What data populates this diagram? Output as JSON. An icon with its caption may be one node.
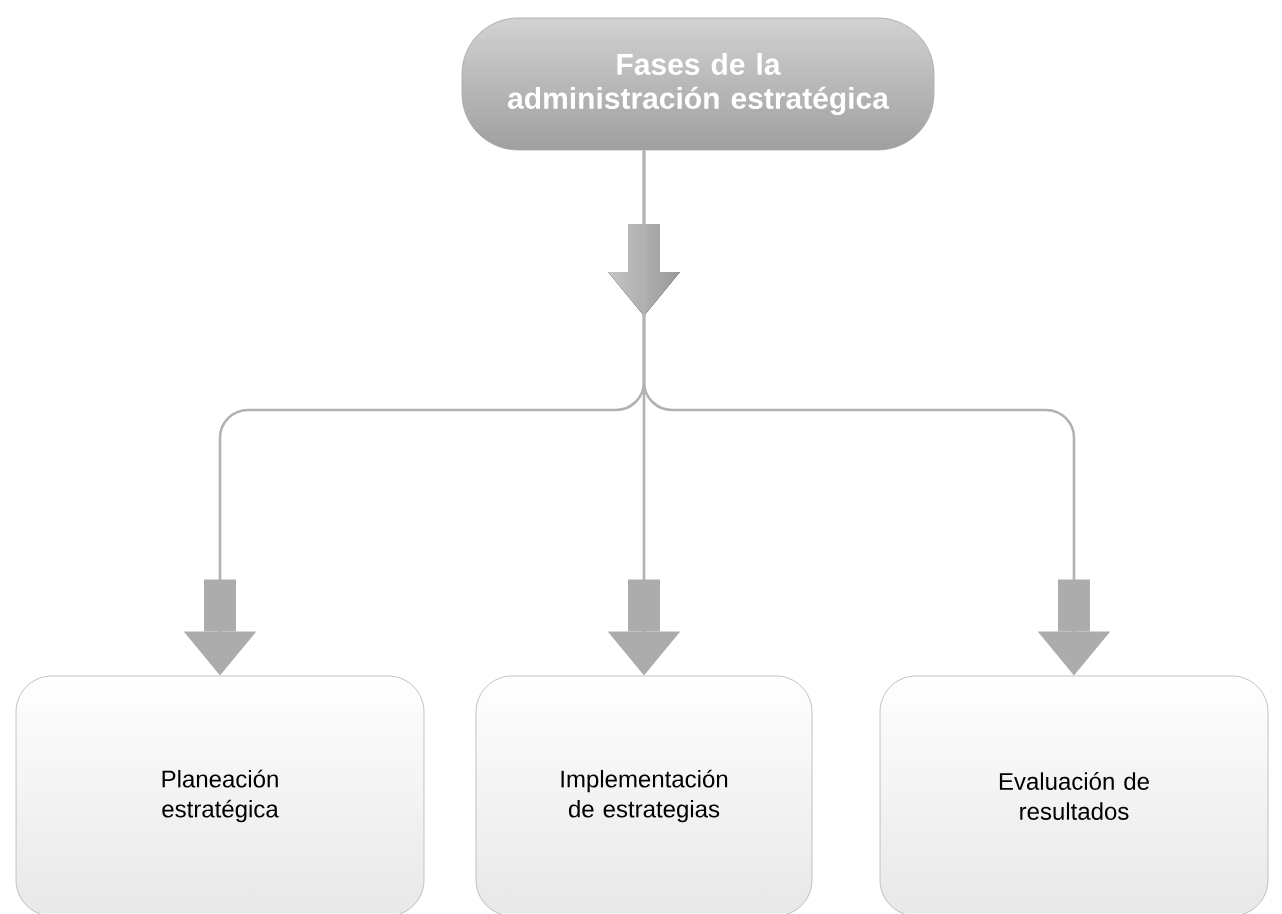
{
  "diagram": {
    "nodes": [
      {
        "text": [
          "Fases de la administración estratégica"
        ]
      },
      {
        "text": [
          "Planeación estratégica"
        ]
      },
      {
        "text": [
          "Implementación de estrategias"
        ]
      },
      {
        "text": [
          "Evaluación de resultados"
        ]
      }
    ],
    "edges": [
      {
        "from": 0,
        "to": 1,
        "arrow": "to"
      },
      {
        "from": 0,
        "to": 2,
        "arrow": "to"
      },
      {
        "from": 0,
        "to": 3,
        "arrow": "to"
      }
    ]
  }
}
